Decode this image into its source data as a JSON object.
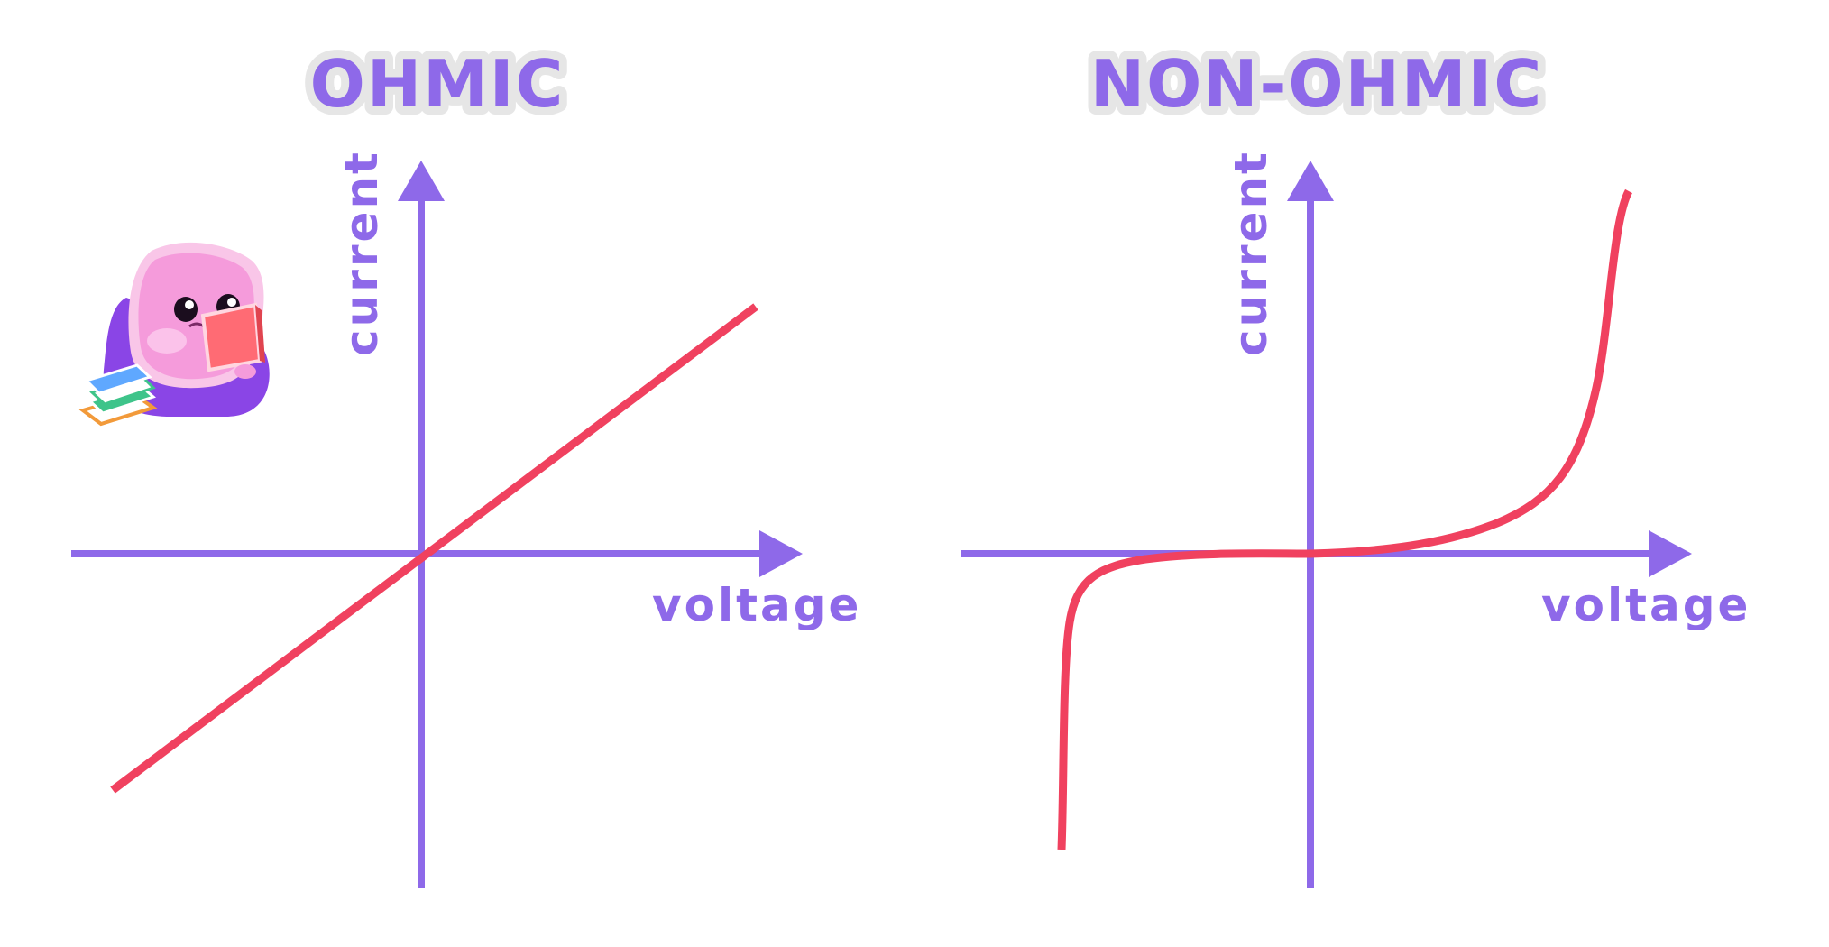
{
  "colors": {
    "axis": "#8e69e9",
    "curve": "#f0415f",
    "title_fill": "#8e69e9",
    "title_outline": "#e6e6e6",
    "background": "#ffffff"
  },
  "panels": [
    {
      "title": "OHMIC",
      "x_label": "voltage",
      "y_label": "current",
      "curve": "linear"
    },
    {
      "title": "NON-OHMIC",
      "x_label": "voltage",
      "y_label": "current",
      "curve": "nonlinear"
    }
  ],
  "mascot": {
    "icon": "pink-blob-reading-book-icon",
    "books_icon": "stacked-books-icon"
  }
}
